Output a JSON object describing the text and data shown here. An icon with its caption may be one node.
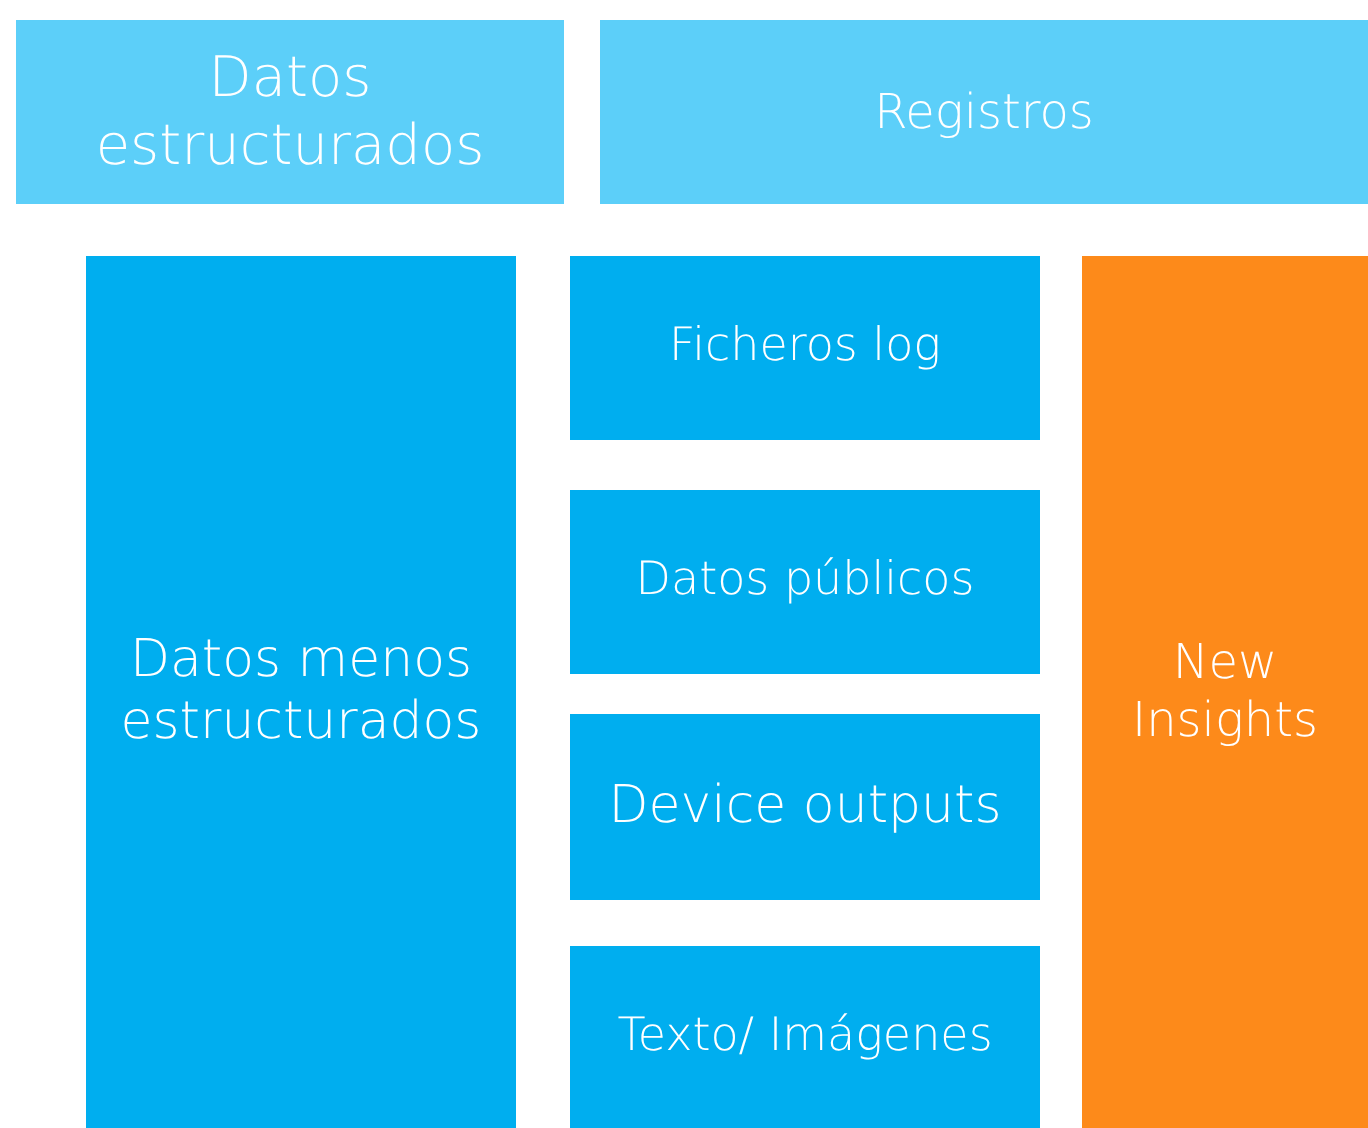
{
  "diagram": {
    "nodes": [
      {
        "text": [
          "Datos estructurados"
        ]
      },
      {
        "text": [
          "Registros"
        ]
      },
      {
        "text": [
          "Datos menos estructurados"
        ]
      },
      {
        "text": [
          "Ficheros log"
        ]
      },
      {
        "text": [
          "Datos públicos"
        ]
      },
      {
        "text": [
          "Device outputs"
        ]
      },
      {
        "text": [
          "Texto/ Imágenes"
        ]
      },
      {
        "text": [
          "New Insights"
        ]
      }
    ]
  }
}
